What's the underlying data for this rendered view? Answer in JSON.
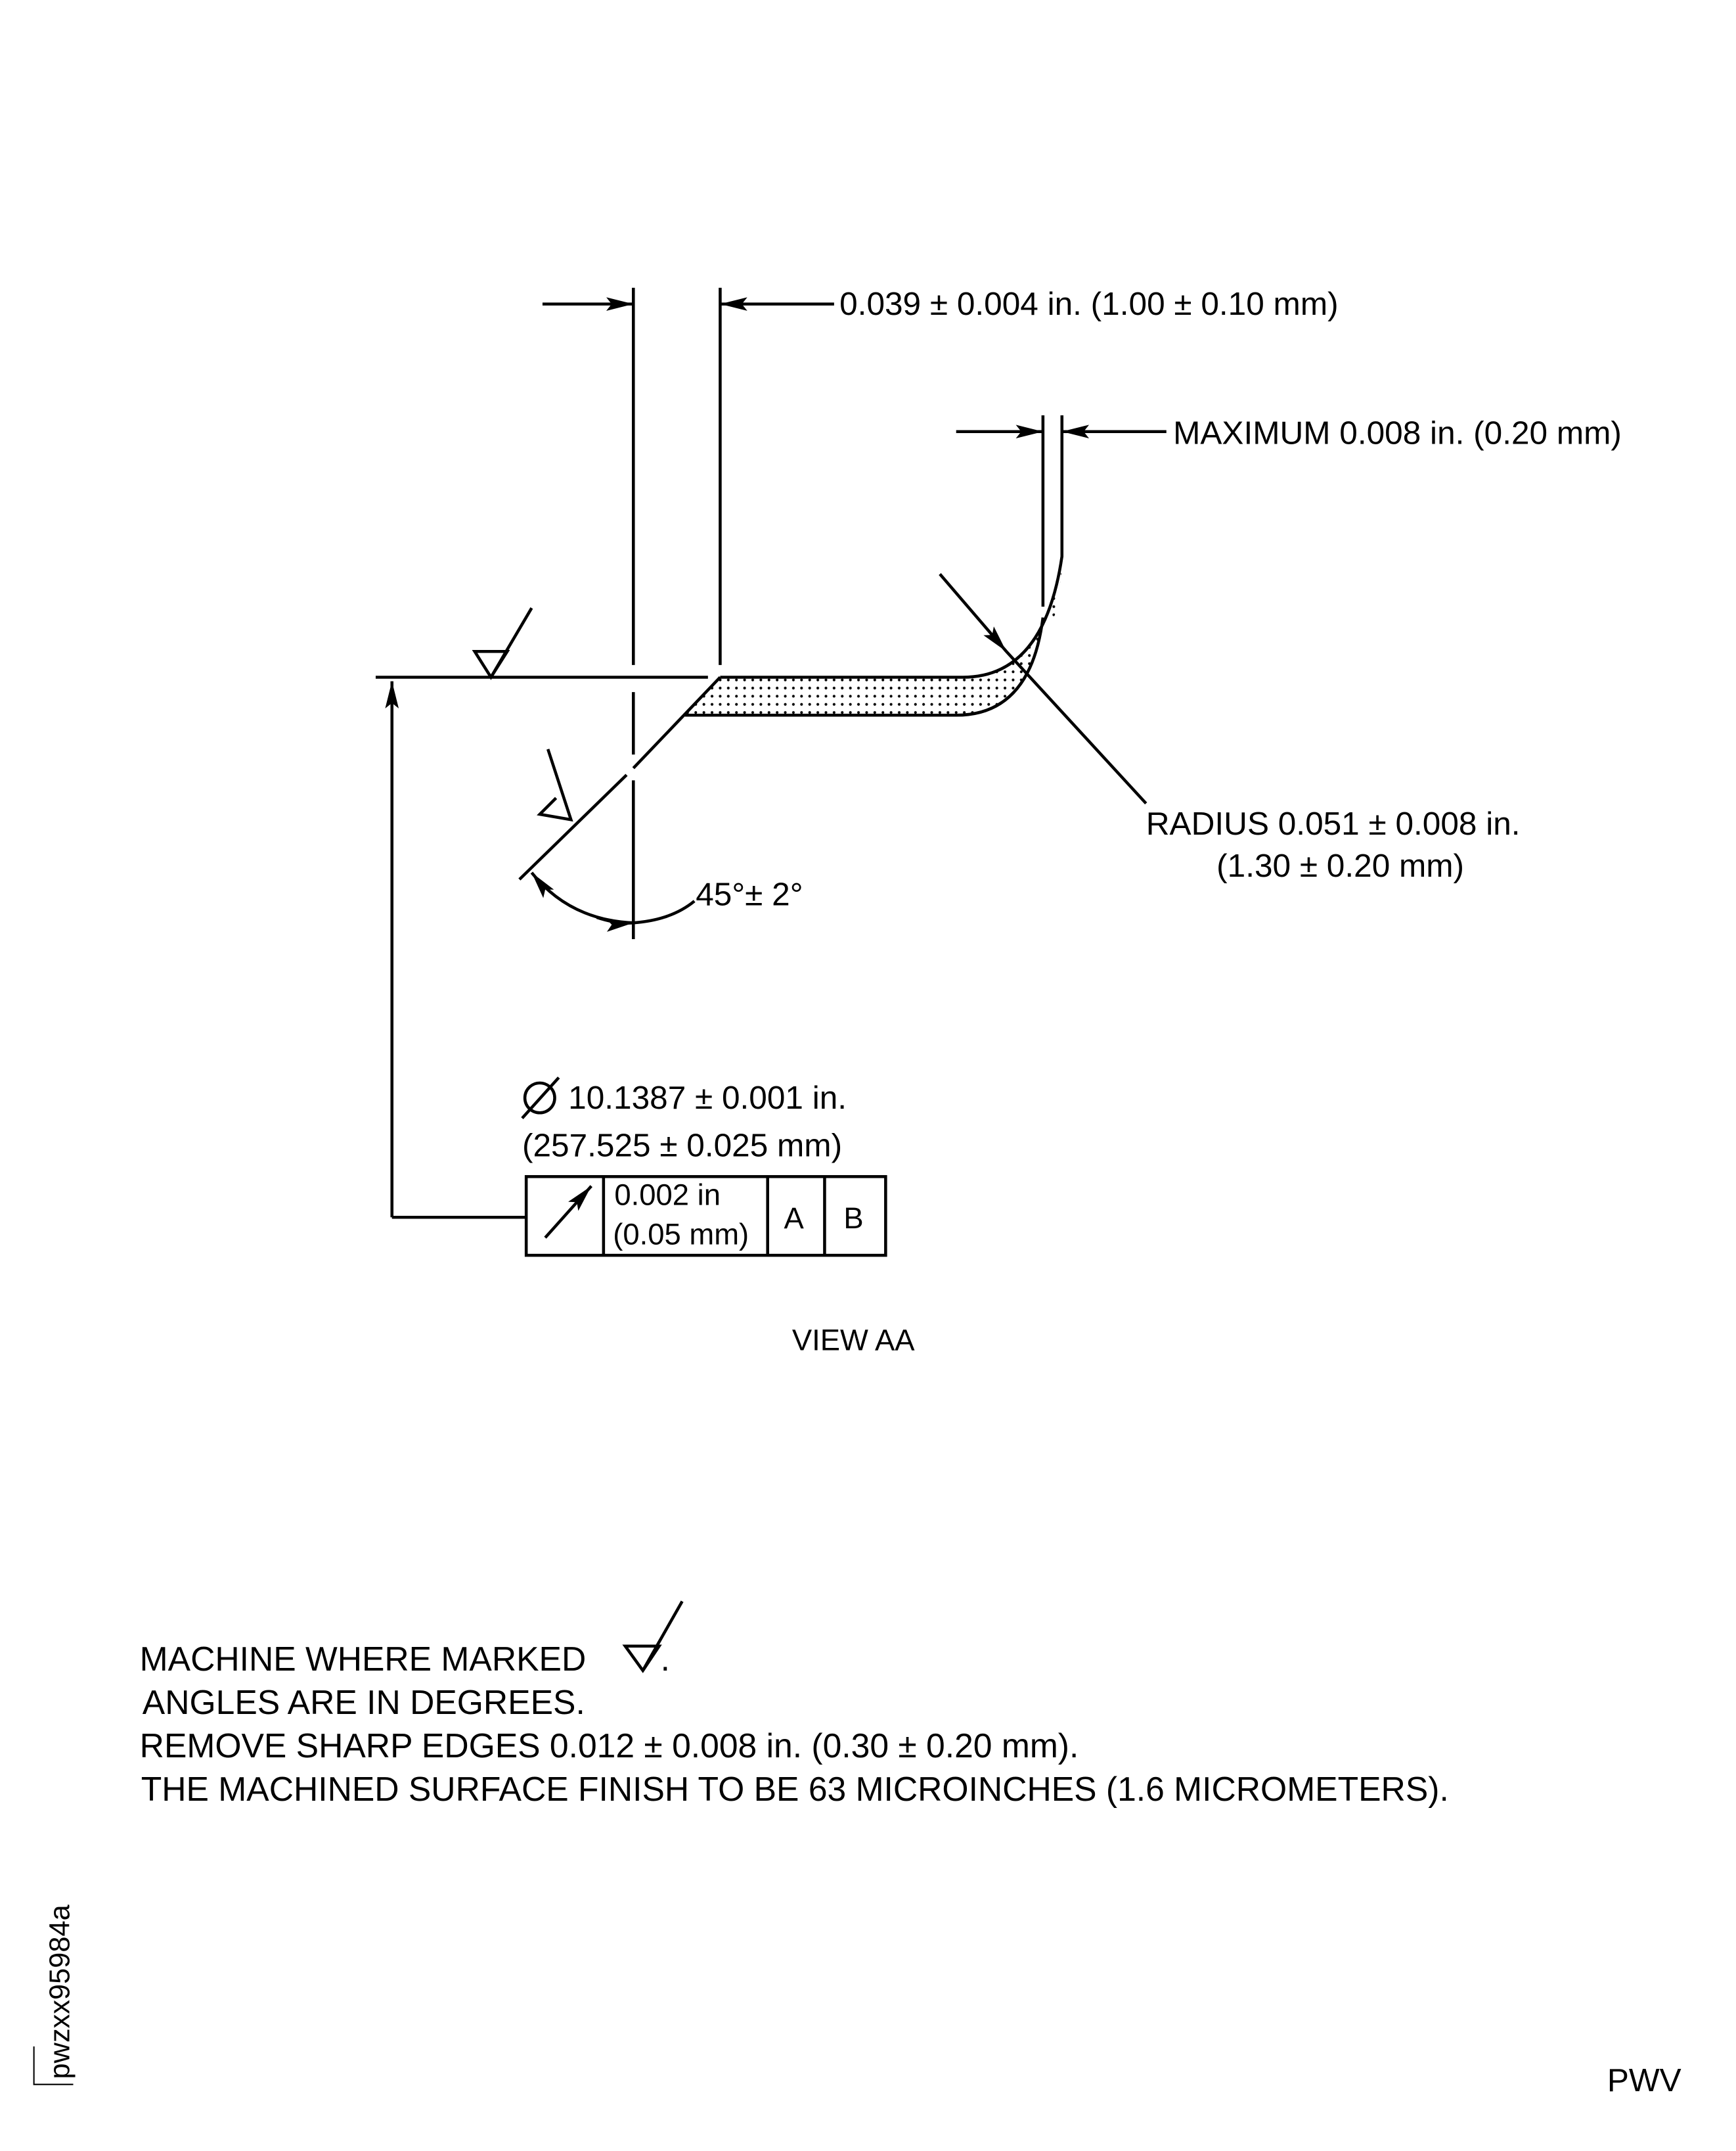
{
  "dimensions": {
    "chamfer_width": "0.039 ± 0.004 in. (1.00 ± 0.10 mm)",
    "max_step": "MAXIMUM 0.008 in. (0.20 mm)",
    "radius_line1": "RADIUS 0.051 ± 0.008 in.",
    "radius_line2": "(1.30 ± 0.20 mm)",
    "angle": "45°± 2°",
    "diameter_line1": "10.1387 ± 0.001 in.",
    "diameter_line2": "(257.525 ± 0.025 mm)"
  },
  "feature_control_frame": {
    "symbol": "runout-arrow",
    "tolerance_line1": "0.002 in",
    "tolerance_line2": "(0.05 mm)",
    "datum_a": "A",
    "datum_b": "B"
  },
  "view_label": "VIEW AA",
  "notes": {
    "line1": "MACHINE WHERE MARKED",
    "line1_suffix": ".",
    "line2": "ANGLES ARE IN DEGREES.",
    "line3": "REMOVE SHARP EDGES 0.012 ± 0.008 in. (0.30 ± 0.20 mm).",
    "line4": "THE MACHINED SURFACE FINISH TO BE 63 MICROINCHES (1.6 MICROMETERS)."
  },
  "figure_id": "pwzxx95984a",
  "corner_label": "PWV"
}
